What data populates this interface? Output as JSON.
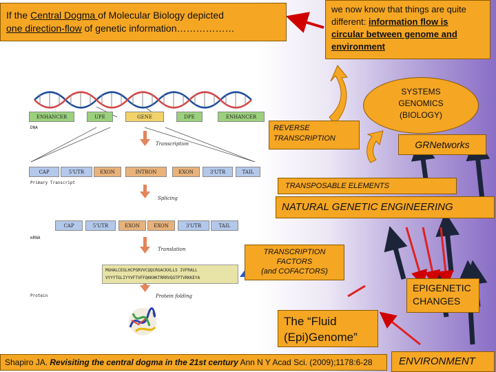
{
  "top_left_box": {
    "part1": "If the ",
    "link": "Central Dogma ",
    "part2": " of Molecular Biology depicted",
    "line2_underlined": "one direction-flow",
    "line2_rest": " of genetic information………………"
  },
  "top_right_box": {
    "line1": "we now know that things are quite",
    "line2a": "different: ",
    "line2b": "information flow is",
    "line3": "circular between genome and",
    "line4": "environment"
  },
  "systems_genomics": {
    "line1": "SYSTEMS",
    "line2": "GENOMICS",
    "line3": "(BIOLOGY)"
  },
  "reverse_transcription": {
    "line1": "REVERSE",
    "line2": "TRANSCRIPTION"
  },
  "grnetworks": "GRNetworks",
  "transposable_elements": "TRANSPOSABLE ELEMENTS",
  "natural_genetic_engineering": "NATURAL GENETIC ENGINEERING",
  "transcription_factors": {
    "line1": "TRANSCRIPTION",
    "line2": "FACTORS",
    "line3": "(and COFACTORS)"
  },
  "epigenetic": {
    "line1": "EPIGENETIC",
    "line2": "CHANGES"
  },
  "fluid_genome": {
    "line1": "The “Fluid",
    "line2": "(Epi)Genome”"
  },
  "citation": {
    "author": "Shapiro JA. ",
    "title": "Revisiting the central dogma in the 21st century",
    "rest": " Ann N Y Acad Sci. (2009);1178:6-28"
  },
  "environment": "ENVIRONMENT",
  "dogma_figure": {
    "dna_boxes": [
      "ENHANCER",
      "UPE",
      "GENE",
      "DPE",
      "ENHANCER"
    ],
    "dna_label": "DNA",
    "transcription_label": "Transcription",
    "primary_boxes": [
      "CAP",
      "5'UTR",
      "EXON",
      "INTRON",
      "EXON",
      "3'UTR",
      "TAIL"
    ],
    "primary_label": "Primary Transcript",
    "splicing_label": "Splicing",
    "mrna_boxes": [
      "CAP",
      "5'UTR",
      "EXON",
      "EXON",
      "3'UTR",
      "TAIL"
    ],
    "mrna_label": "mRNA",
    "translation_label": "Translation",
    "protein_seq_line1": "MGHALCEGLHCPGRVVCQQCRGACKXLLS IVFRALL",
    "protein_seq_line2": "VYYYTGLIYYVFTVFFQKKHKTRRRVQGTPTVRKKEYA",
    "protein_label": "Protein",
    "folding_label": "Protein folding"
  }
}
